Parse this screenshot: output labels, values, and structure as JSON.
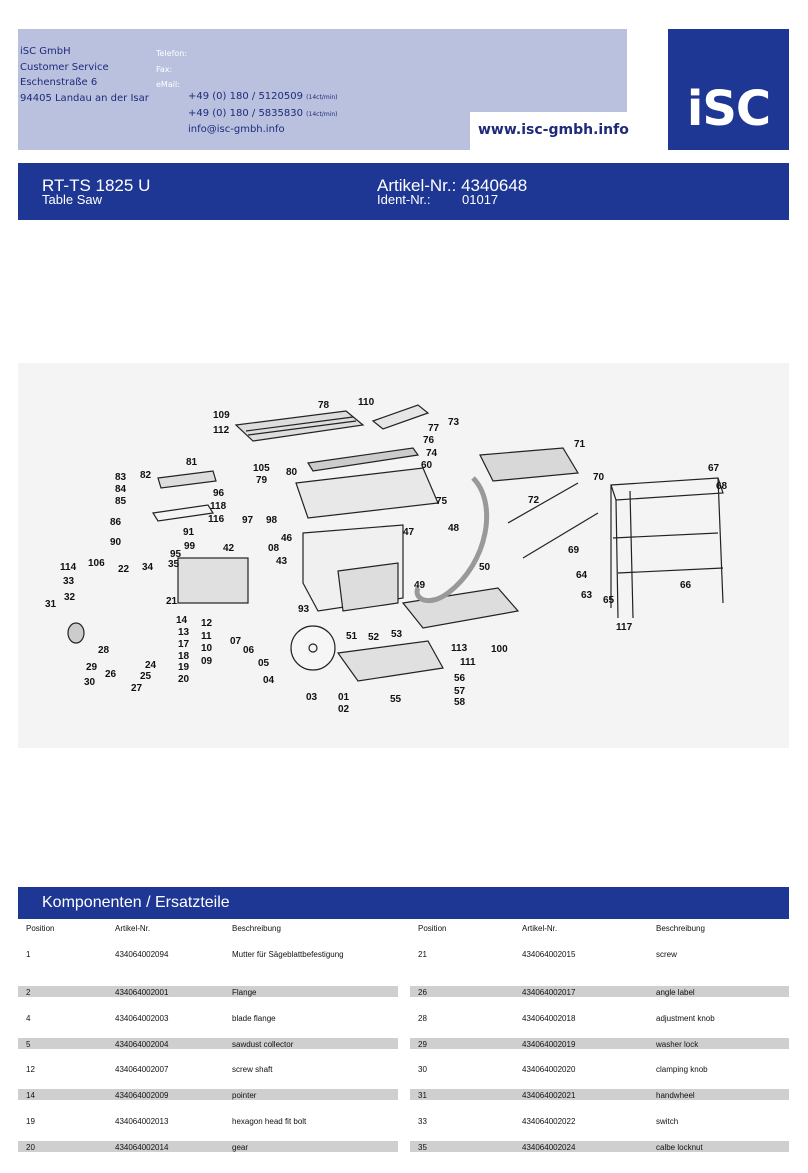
{
  "header": {
    "company": "iSC GmbH",
    "service": "Customer Service",
    "street": "Eschenstraße 6",
    "city": "94405 Landau an der Isar",
    "phone_label": "Telefon:",
    "phone": "+49 (0) 180 / 5120509",
    "phone_rate": "(14ct/min)",
    "fax_label": "Fax:",
    "fax": "+49 (0) 180 / 5835830",
    "fax_rate": "(14ct/min)",
    "email_label": "eMail:",
    "email": "info@isc-gmbh.info",
    "website": "www.isc-gmbh.info",
    "logo": "iSC"
  },
  "title_bar": {
    "model": "RT-TS 1825 U",
    "product": "Table Saw",
    "article_label": "Artikel-Nr.:",
    "article_no": "4340648",
    "ident_label": "Ident-Nr.:",
    "ident_no": "01017"
  },
  "diagram": {
    "labels": [
      "78",
      "110",
      "109",
      "73",
      "112",
      "77",
      "76",
      "74",
      "71",
      "60",
      "81",
      "105",
      "80",
      "67",
      "83",
      "82",
      "79",
      "70",
      "68",
      "84",
      "96",
      "75",
      "85",
      "118",
      "97",
      "98",
      "72",
      "116",
      "86",
      "91",
      "47",
      "48",
      "90",
      "99",
      "46",
      "69",
      "95",
      "42",
      "08",
      "114",
      "106",
      "22",
      "34",
      "35",
      "43",
      "50",
      "33",
      "64",
      "66",
      "32",
      "49",
      "63",
      "65",
      "31",
      "21",
      "93",
      "14",
      "13",
      "12",
      "11",
      "17",
      "10",
      "18",
      "07",
      "19",
      "06",
      "28",
      "24",
      "20",
      "09",
      "29",
      "25",
      "26",
      "05",
      "27",
      "30",
      "04",
      "51",
      "52",
      "53",
      "113",
      "111",
      "100",
      "117",
      "03",
      "01",
      "02",
      "55",
      "56",
      "57",
      "58"
    ]
  },
  "components": {
    "title": "Komponenten / Ersatzteile",
    "headers": [
      "Position",
      "Artikel-Nr.",
      "Beschreibung"
    ],
    "left_rows": [
      [
        "1",
        "434064002094",
        "Mutter für Sägeblattbefestigung"
      ],
      [
        "2",
        "434064002001",
        "Flange"
      ],
      [
        "4",
        "434064002003",
        "blade flange"
      ],
      [
        "5",
        "434064002004",
        "sawdust collector"
      ],
      [
        "12",
        "434064002007",
        "screw shaft"
      ],
      [
        "14",
        "434064002009",
        "pointer"
      ],
      [
        "19",
        "434064002013",
        "hexagon head fit bolt"
      ],
      [
        "20",
        "434064002014",
        "gear"
      ]
    ],
    "right_rows": [
      [
        "21",
        "434064002015",
        "screw"
      ],
      [
        "26",
        "434064002017",
        "angle label"
      ],
      [
        "28",
        "434064002018",
        "adjustment knob"
      ],
      [
        "29",
        "434064002019",
        "washer lock"
      ],
      [
        "30",
        "434064002020",
        "clamping knob"
      ],
      [
        "31",
        "434064002021",
        "handwheel"
      ],
      [
        "33",
        "434064002022",
        "switch"
      ],
      [
        "35",
        "434064002024",
        "calbe locknut"
      ]
    ]
  }
}
